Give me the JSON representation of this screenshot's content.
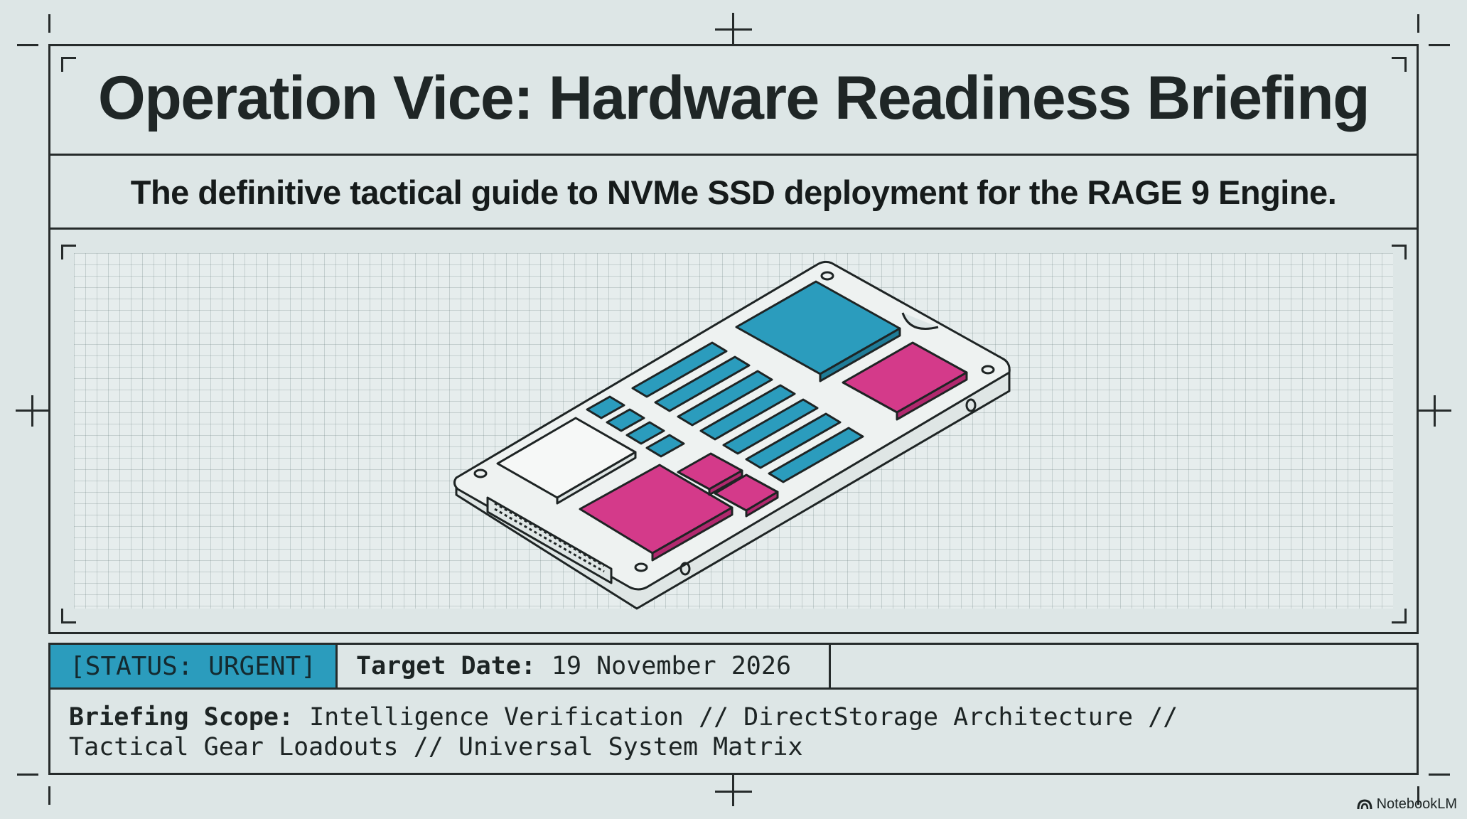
{
  "header": {
    "title": "Operation Vice: Hardware Readiness Briefing",
    "subtitle": "The definitive tactical guide to NVMe SSD deployment for the RAGE 9 Engine."
  },
  "illustration": {
    "icon": "nvme-ssd-illustration",
    "colors": {
      "cyan": "#2b9cbd",
      "magenta": "#d43a8a",
      "board": "#eef2f1",
      "outline": "#1e2424"
    }
  },
  "status": {
    "badge": "[STATUS: URGENT]",
    "target_label": "Target Date:",
    "target_value": "19 November 2026"
  },
  "scope": {
    "label": "Briefing Scope:",
    "line1": "Intelligence Verification // DirectStorage Architecture //",
    "line2": "Tactical Gear Loadouts // Universal System Matrix"
  },
  "brand": {
    "name": "NotebookLM",
    "icon": "notebooklm-logo-icon"
  },
  "theme": {
    "background": "#dde6e6",
    "accent": "#2b9cbd"
  }
}
